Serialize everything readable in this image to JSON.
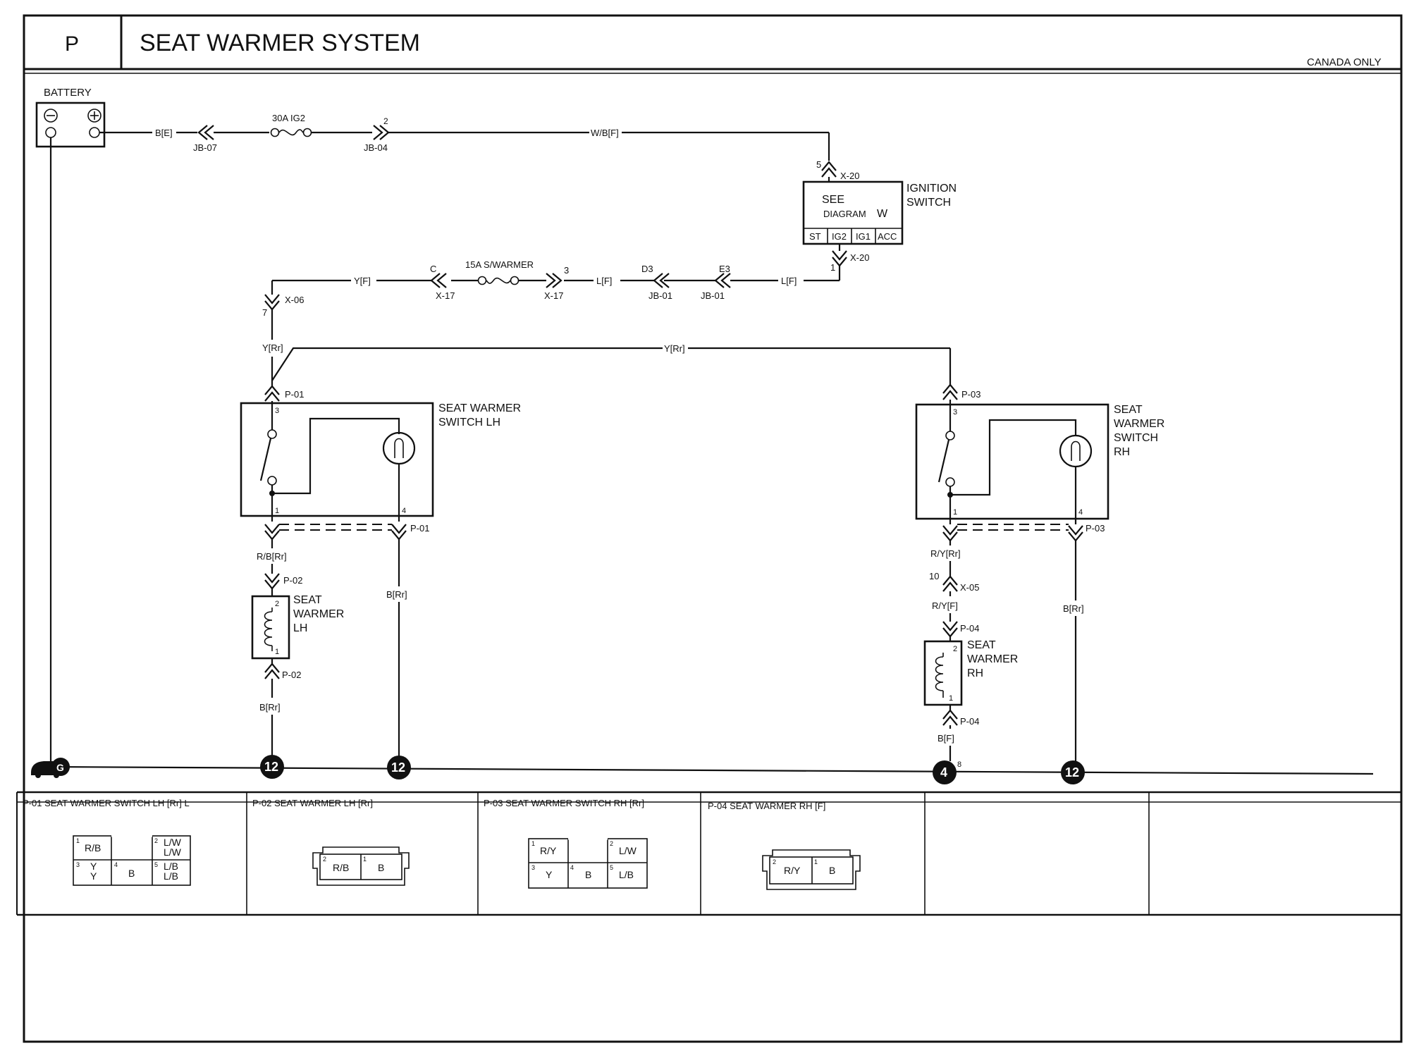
{
  "header": {
    "section_code": "P",
    "title": "SEAT WARMER SYSTEM",
    "region_note": "CANADA ONLY"
  },
  "battery": {
    "label": "BATTERY",
    "negative_icon": "minus-in-circle-icon",
    "positive_icon": "plus-in-circle-icon"
  },
  "ignition_switch": {
    "label_line1": "IGNITION",
    "label_line2": "SWITCH",
    "see_line1": "SEE",
    "see_line2": "DIAGRAM",
    "see_letter": "W",
    "positions": [
      "ST",
      "IG2",
      "IG1",
      "ACC"
    ]
  },
  "fuses": {
    "main": "30A IG2",
    "warmer": "15A S/WARMER"
  },
  "wires": {
    "battery_out": "B[E]",
    "to_ignition": "W/B[F]",
    "ign_out_right": "L[F]",
    "ign_out_left": "L[F]",
    "to_x06": "Y[F]",
    "main_feed": "Y[Rr]",
    "feed_rh": "Y[Rr]",
    "lh_sw_out": "R/B[Rr]",
    "lh_lamp_gnd": "B[Rr]",
    "lh_heater_gnd": "B[Rr]",
    "rh_sw_out": "R/Y[Rr]",
    "rh_after_x05": "R/Y[F]",
    "rh_lamp_gnd": "B[Rr]",
    "rh_heater_gnd": "B[F]"
  },
  "connectors": {
    "jb07": "JB-07",
    "jb04": "JB-04",
    "jb04_pin": "2",
    "x20": "X-20",
    "x20_in_pin": "5",
    "x20_out_pin": "1",
    "x17": "X-17",
    "x17_left_pin": "C",
    "x17_right_pin": "3",
    "jb01": "JB-01",
    "jb01_pin_a": "D3",
    "jb01_pin_b": "E3",
    "x06": "X-06",
    "x06_pin": "7",
    "p01": "P-01",
    "p02": "P-02",
    "p03": "P-03",
    "p04": "P-04",
    "x05": "X-05",
    "x05_pin": "10"
  },
  "components": {
    "switch_lh_line1": "SEAT WARMER",
    "switch_lh_line2": "SWITCH LH",
    "switch_rh_line1": "SEAT",
    "switch_rh_line2": "WARMER",
    "switch_rh_line3": "SWITCH",
    "switch_rh_line4": "RH",
    "warmer_lh_line1": "SEAT",
    "warmer_lh_line2": "WARMER",
    "warmer_lh_line3": "LH",
    "warmer_rh_line1": "SEAT",
    "warmer_rh_line2": "WARMER",
    "warmer_rh_line3": "RH",
    "switch_pins": {
      "top": "3",
      "bottom_left": "1",
      "bottom_right": "4"
    },
    "warmer_pins": {
      "top": "2",
      "bottom": "1"
    }
  },
  "grounds": {
    "chassis": "G",
    "lh_heater": "12",
    "lh_lamp": "12",
    "rh_heater": "4",
    "rh_heater_pin": "8",
    "rh_lamp": "12"
  },
  "connector_views": [
    {
      "title": "P-01 SEAT WARMER SWITCH LH [Rr] L",
      "cells": [
        {
          "pin": "1",
          "text": "R/B"
        },
        {
          "pin": "",
          "text": ""
        },
        {
          "pin": "2",
          "text": "L/W",
          "text2": "L/W"
        },
        {
          "pin": "3",
          "text": "Y",
          "text2": "Y"
        },
        {
          "pin": "4",
          "text": "B"
        },
        {
          "pin": "5",
          "text": "L/B",
          "text2": "L/B"
        }
      ]
    },
    {
      "title": "P-02 SEAT WARMER LH [Rr]",
      "cells": [
        {
          "pin": "2",
          "text": "R/B"
        },
        {
          "pin": "1",
          "text": "B"
        }
      ]
    },
    {
      "title": "P-03 SEAT WARMER SWITCH RH [Rr]",
      "cells": [
        {
          "pin": "1",
          "text": "R/Y"
        },
        {
          "pin": "",
          "text": ""
        },
        {
          "pin": "2",
          "text": "L/W"
        },
        {
          "pin": "3",
          "text": "Y"
        },
        {
          "pin": "4",
          "text": "B"
        },
        {
          "pin": "5",
          "text": "L/B"
        }
      ]
    },
    {
      "title": "P-04 SEAT WARMER RH [F]",
      "cells": [
        {
          "pin": "2",
          "text": "R/Y"
        },
        {
          "pin": "1",
          "text": "B"
        }
      ]
    }
  ]
}
